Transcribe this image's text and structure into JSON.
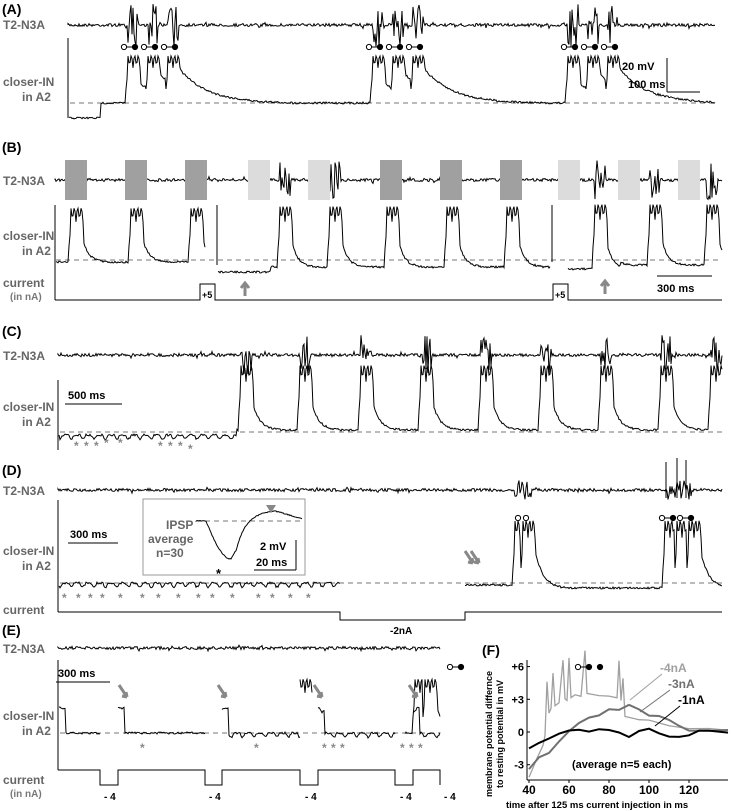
{
  "panels": {
    "A": {
      "label": "(A)",
      "row1": "T2-N3A",
      "row2a": "closer-IN",
      "row2b": "in A2",
      "scale_mv": "20 mV",
      "scale_ms": "100 ms"
    },
    "B": {
      "label": "(B)",
      "row1": "T2-N3A",
      "row2a": "closer-IN",
      "row2b": "in A2",
      "row3a": "current",
      "row3b": "(in nA)",
      "step_label": "+5",
      "scale_ms": "300 ms"
    },
    "C": {
      "label": "(C)",
      "row1": "T2-N3A",
      "row2a": "closer-IN",
      "row2b": "in A2",
      "scale_ms": "500 ms"
    },
    "D": {
      "label": "(D)",
      "row1": "T2-N3A",
      "row2a": "closer-IN",
      "row2b": "in A2",
      "row3a": "current",
      "step_label": "-2nA",
      "scale_ms": "300 ms",
      "inset": {
        "l1": "IPSP",
        "l2": "average",
        "l3": "n=30",
        "scale_mv": "2 mV",
        "scale_ms": "20 ms"
      }
    },
    "E": {
      "label": "(E)",
      "row1": "T2-N3A",
      "row2a": "closer-IN",
      "row2b": "in A2",
      "row3a": "current",
      "row3b": "(in nA)",
      "step_label": "- 4",
      "scale_ms": "300 ms"
    },
    "F": {
      "label": "(F)"
    }
  },
  "asterisk": "*",
  "colors": {
    "trace": "#000000",
    "dark_box": "#a0a0a0",
    "light_box": "#dcdcdc",
    "annotation": "#888888"
  },
  "chart_data": {
    "type": "line",
    "title": "",
    "xlabel": "time after 125 ms current injection in ms",
    "ylabel": "membrane potential differnce to resting potential in mV",
    "xlim": [
      40,
      140
    ],
    "ylim": [
      -4.2,
      7.5
    ],
    "xticks": [
      "40",
      "60",
      "80",
      "100",
      "120"
    ],
    "yticks": [
      "+6",
      "+3",
      "0",
      "-3"
    ],
    "annotation": "(average n=5 each)",
    "series": [
      {
        "name": "-4nA",
        "color": "#a0a0a0",
        "x": [
          40,
          44,
          47,
          48,
          49,
          50,
          51,
          52,
          53,
          55,
          57,
          58,
          59,
          60,
          61,
          63,
          66,
          68,
          69,
          71,
          75,
          80,
          84,
          85,
          86,
          87,
          88,
          90,
          95,
          100,
          110,
          120,
          130,
          140
        ],
        "y": [
          -4.2,
          -2.5,
          -1.2,
          -0.4,
          4.5,
          1.8,
          2.2,
          5.5,
          2.4,
          2.6,
          6.5,
          3.0,
          3.0,
          6.8,
          3.2,
          3.3,
          3.4,
          7.5,
          3.6,
          3.4,
          3.3,
          3.2,
          3.1,
          6.5,
          3.0,
          5.0,
          1.5,
          1.3,
          1.1,
          1.0,
          0.6,
          0.3,
          0.2,
          0.2
        ]
      },
      {
        "name": "-3nA",
        "color": "#707070",
        "x": [
          40,
          45,
          50,
          55,
          60,
          65,
          70,
          75,
          80,
          85,
          90,
          95,
          100,
          105,
          110,
          115,
          120,
          130,
          140
        ],
        "y": [
          -3.5,
          -2.4,
          -1.8,
          -0.8,
          0.2,
          0.9,
          1.3,
          1.6,
          2.0,
          1.9,
          2.6,
          2.1,
          1.5,
          1.4,
          1.0,
          0.5,
          0.1,
          0.2,
          0.1
        ]
      },
      {
        "name": "-1nA",
        "color": "#000000",
        "x": [
          40,
          45,
          50,
          55,
          60,
          65,
          70,
          75,
          80,
          85,
          90,
          95,
          100,
          105,
          110,
          115,
          120,
          125,
          130,
          140
        ],
        "y": [
          -1.6,
          -1.0,
          -0.5,
          -0.2,
          0.1,
          0.3,
          0.0,
          0.2,
          0.2,
          0.0,
          -0.4,
          0.0,
          0.2,
          -0.2,
          -0.4,
          -0.5,
          -0.3,
          0.1,
          0.2,
          0.0
        ]
      }
    ]
  }
}
